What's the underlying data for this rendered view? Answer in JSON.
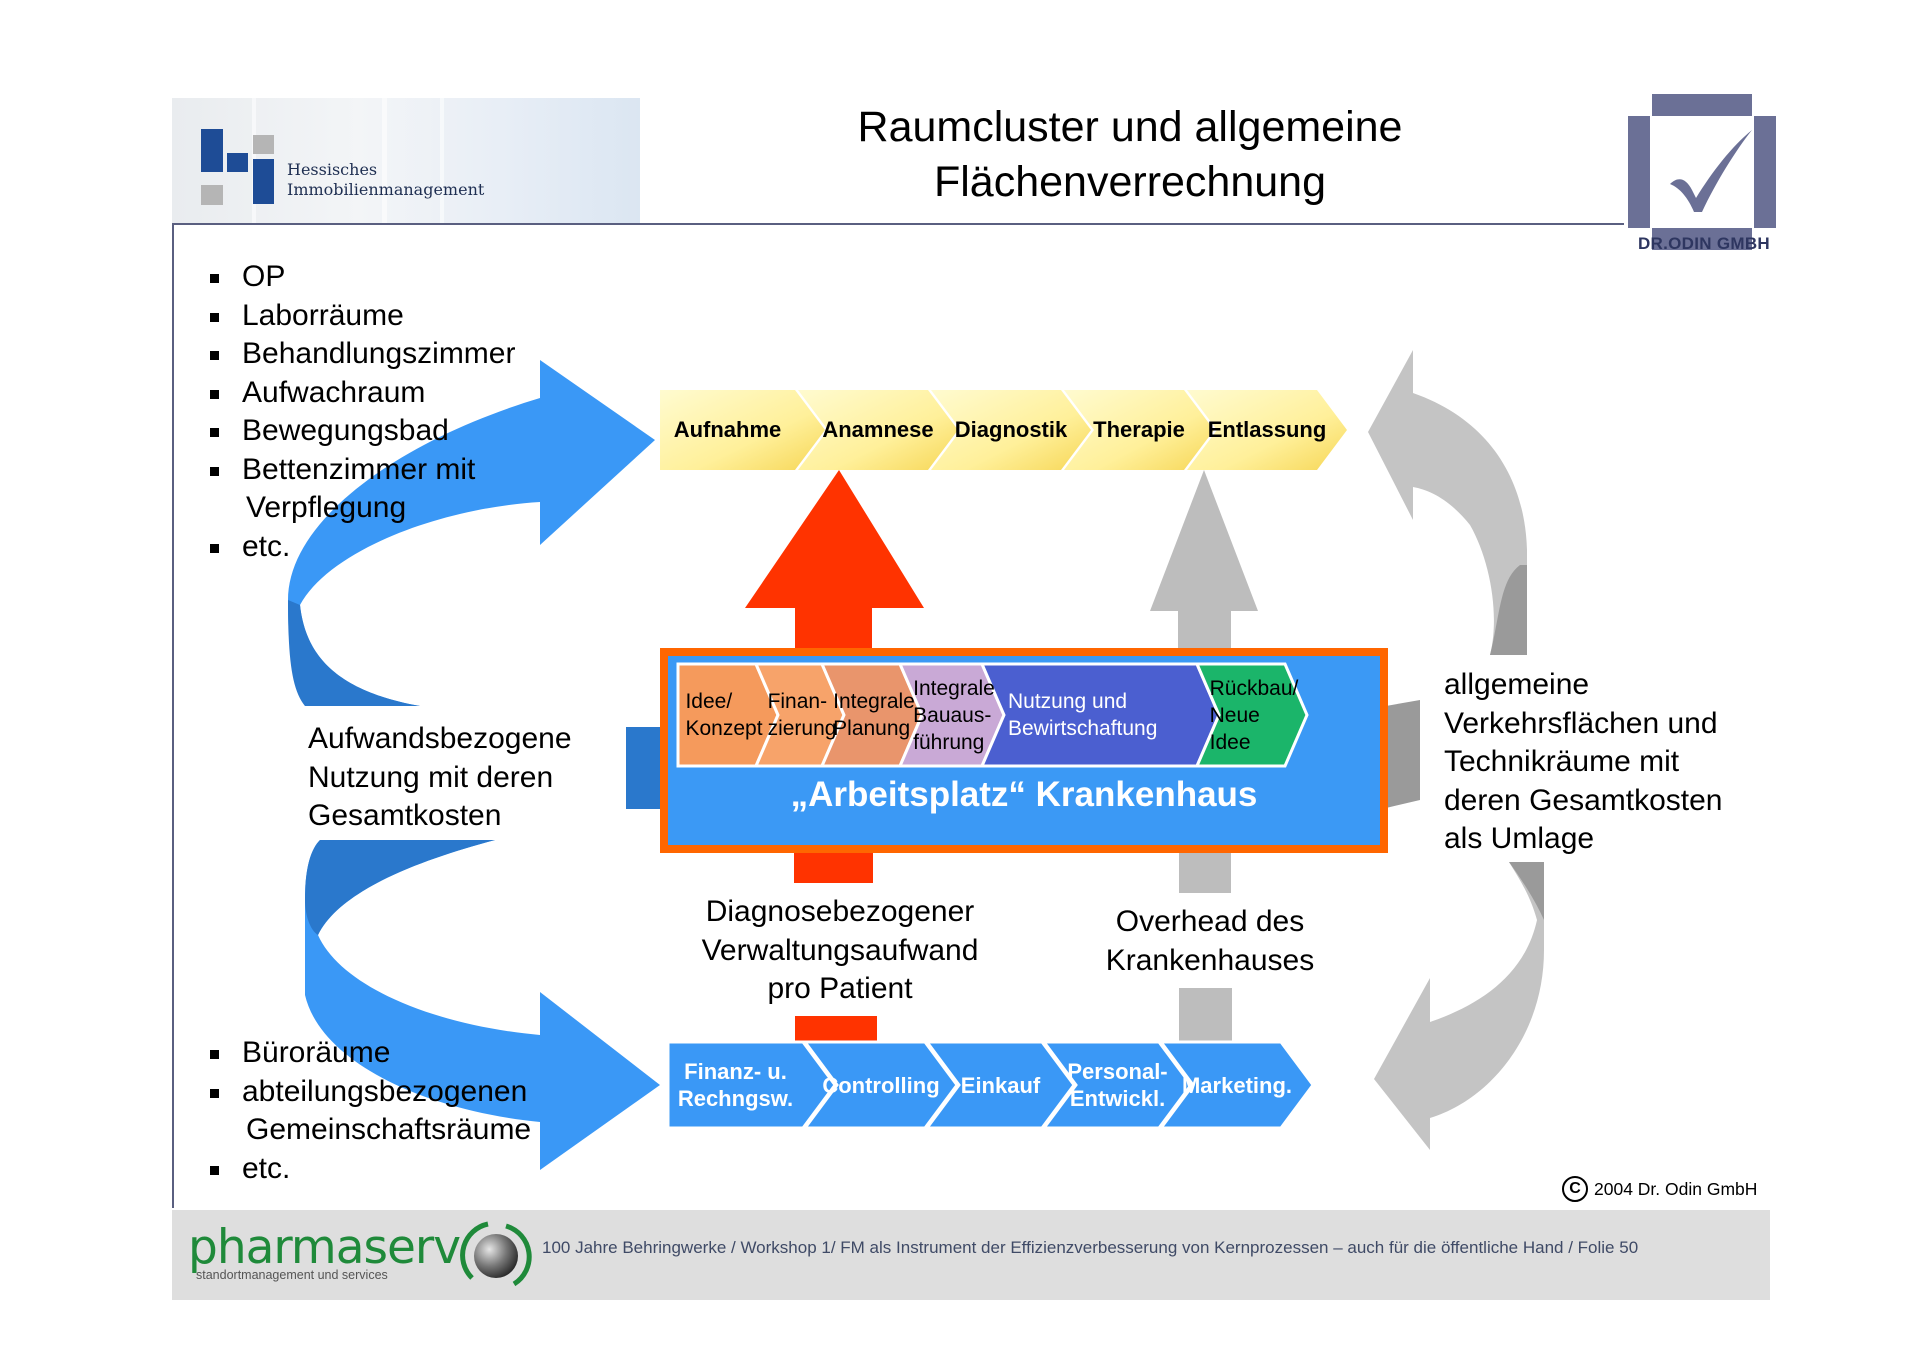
{
  "header": {
    "left_logo": {
      "line1": "Hessisches",
      "line2": "Immobilienmanagement"
    },
    "title": [
      "Raumcluster und allgemeine",
      "Flächenverrechnung"
    ],
    "right_logo": {
      "name": "DR.ODIN GMBH",
      "icon": "checkmark-icon"
    }
  },
  "top_bullets": [
    {
      "text": "OP"
    },
    {
      "text": "Laborräume"
    },
    {
      "text": "Behandlungszimmer"
    },
    {
      "text": "Aufwachraum"
    },
    {
      "text": "Bewegungsbad"
    },
    {
      "text": "Bettenzimmer mit"
    },
    {
      "text": "Verpflegung",
      "continuation": true
    },
    {
      "text": "etc."
    }
  ],
  "bottom_bullets": [
    {
      "text": "Büroräume"
    },
    {
      "text": "abteilungsbezogenen"
    },
    {
      "text": "Gemeinschaftsräume",
      "continuation": true
    },
    {
      "text": "etc."
    }
  ],
  "left_label": [
    "Aufwandsbezogene",
    "Nutzung mit deren",
    "Gesamtkosten"
  ],
  "right_label": [
    "allgemeine",
    "Verkehrsflächen und",
    "Technikräume mit",
    "deren Gesamtkosten",
    "als Umlage"
  ],
  "patient_process": [
    "Aufnahme",
    "Anamnese",
    "Diagnostik",
    "Therapie",
    "Entlassung"
  ],
  "lifecycle": [
    {
      "lines": [
        "Idee/",
        "Konzept"
      ],
      "color": "#f59a5c"
    },
    {
      "lines": [
        "Finan-",
        "zierung"
      ],
      "color": "#f7a36a"
    },
    {
      "lines": [
        "Integrale",
        "Planung"
      ],
      "color": "#e9956c"
    },
    {
      "lines": [
        "Integrale",
        "Bauaus-",
        "führung"
      ],
      "color": "#c9a9d6"
    },
    {
      "lines": [
        "Nutzung und",
        "Bewirtschaftung"
      ],
      "color": "#4b5fd0"
    },
    {
      "lines": [
        "Rückbau/",
        "Neue Idee"
      ],
      "color": "#1bb56a"
    }
  ],
  "center_title": "„Arbeitsplatz“ Krankenhaus",
  "diag_label": [
    "Diagnosebezogener",
    "Verwaltungsaufwand",
    "pro Patient"
  ],
  "overhead_label": [
    "Overhead des",
    "Krankenhauses"
  ],
  "admin_process": [
    {
      "lines": [
        "Finanz- u.",
        "Rechngsw."
      ]
    },
    {
      "lines": [
        "Controlling"
      ]
    },
    {
      "lines": [
        "Einkauf"
      ]
    },
    {
      "lines": [
        "Personal-",
        "Entwickl."
      ]
    },
    {
      "lines": [
        "Marketing."
      ]
    }
  ],
  "copyright": {
    "symbol": "C",
    "text": "2004 Dr. Odin GmbH"
  },
  "footer": {
    "brand": "pharmaserv",
    "brand_sub": "standortmanagement und services",
    "text": "100 Jahre Behringwerke / Workshop 1/ FM als Instrument der Effizienzverbesserung von Kernprozessen – auch für die öffentliche Hand / Folie 50"
  },
  "colors": {
    "blue": "#3a98f6",
    "blue_dark": "#2a78cc",
    "red": "#ff3300",
    "orange": "#ff6600",
    "gray": "#bdbdbd",
    "gray_dark": "#9a9a9a",
    "yellow": "#fff3a6",
    "header_rule": "#5a5f80",
    "odin": "#6b7096",
    "pharma_green": "#1f8a3a"
  }
}
